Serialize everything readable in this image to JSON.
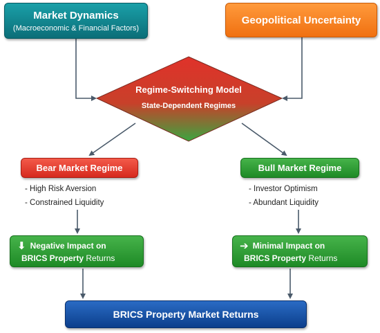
{
  "top_left": {
    "title": "Market Dynamics",
    "subtitle": "(Macroeconomic & Financial Factors)"
  },
  "top_right": {
    "title": "Geopolitical Uncertainty"
  },
  "center": {
    "title": "Regime-Switching Model",
    "subtitle": "State-Dependent Regimes"
  },
  "bear": {
    "title": "Bear Market Regime",
    "items": [
      "- High Risk Aversion",
      "- Constrained Liquidity"
    ],
    "impact_line1": "Negative Impact on",
    "impact_line2_bold": "BRICS Property",
    "impact_line2_rest": " Returns",
    "icon": "arrow-down-icon"
  },
  "bull": {
    "title": "Bull Market Regime",
    "items": [
      "- Investor Optimism",
      "- Abundant Liquidity"
    ],
    "impact_line1": "Minimal Impact on",
    "impact_line2_bold": "BRICS Property",
    "impact_line2_rest": " Returns",
    "icon": "arrow-right-icon"
  },
  "bottom": {
    "title": "BRICS Property Market Returns"
  },
  "colors": {
    "teal": "#0b6e78",
    "orange": "#f07010",
    "red": "#d62a1e",
    "green": "#1e8a26",
    "blue": "#0c3f8c",
    "connector": "#4a5a6a"
  }
}
